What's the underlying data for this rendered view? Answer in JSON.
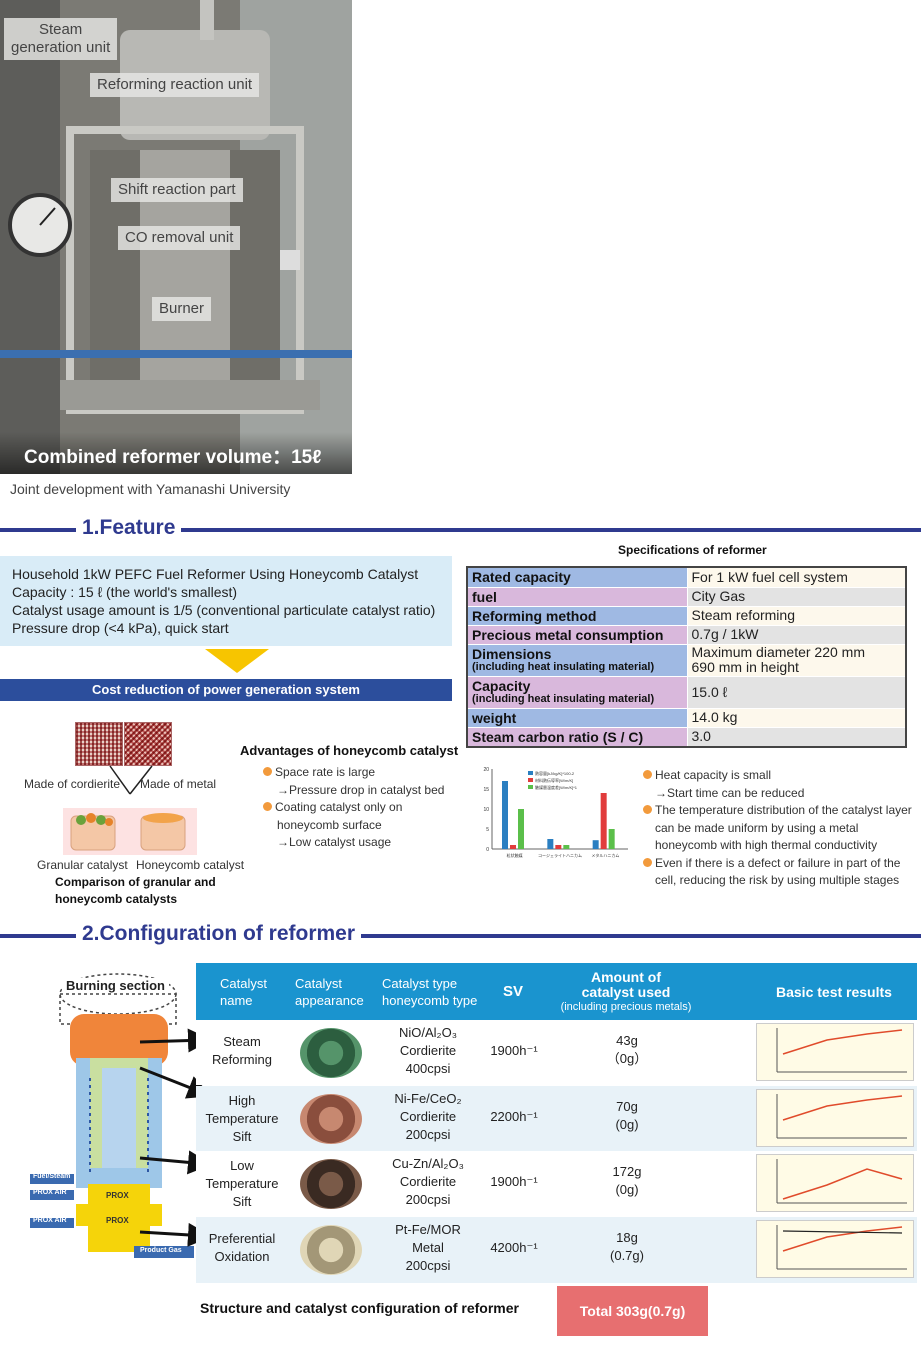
{
  "photo": {
    "labels": {
      "steam": "Steam\ngeneration unit",
      "reforming": "Reforming reaction unit",
      "shift": "Shift reaction part",
      "co": "CO removal unit",
      "burner": "Burner"
    },
    "caption": "Combined reformer volume：15ℓ",
    "joint": "Joint development with Yamanashi University"
  },
  "section1": {
    "title": "1.Feature"
  },
  "feature": {
    "lines": [
      "Household 1kW PEFC Fuel Reformer Using Honeycomb Catalyst",
      "Capacity : 15 ℓ  (the world's smallest)",
      "Catalyst usage amount is 1/5 (conventional particulate catalyst ratio)",
      "Pressure drop (<4 kPa), quick start"
    ],
    "cost_bar": "Cost reduction of power generation system"
  },
  "catalyst_compare": {
    "cordierite": "Made of cordierite",
    "metal": "Made of metal",
    "granular": "Granular catalyst",
    "honeycomb": "Honeycomb catalyst",
    "caption": "Comparison of granular and\nhoneycomb catalysts"
  },
  "advantages": {
    "title": "Advantages of honeycomb catalyst",
    "items": [
      {
        "head": "Space rate is large",
        "sub": "→Pressure drop in catalyst bed"
      },
      {
        "head": "Coating catalyst only on",
        "sub": "honeycomb surface"
      },
      {
        "head": "",
        "sub": "→Low catalyst usage"
      }
    ]
  },
  "specs": {
    "title": "Specifications of reformer",
    "rows": [
      {
        "k": "Rated capacity",
        "sub": "",
        "v": "For 1 kW fuel cell system",
        "kc": "#9fb9e3",
        "vc": "#fdf8ec"
      },
      {
        "k": "fuel",
        "sub": "",
        "v": "City Gas",
        "kc": "#d9b8dc",
        "vc": "#e3e3e3"
      },
      {
        "k": "Reforming method",
        "sub": "",
        "v": "Steam reforming",
        "kc": "#9fb9e3",
        "vc": "#fdf8ec"
      },
      {
        "k": "Precious metal consumption",
        "sub": "",
        "v": "0.7g / 1kW",
        "kc": "#d9b8dc",
        "vc": "#e3e3e3"
      },
      {
        "k": "Dimensions",
        "sub": "(including heat insulating material)",
        "v": "Maximum diameter 220 mm\n690 mm in height",
        "kc": "#9fb9e3",
        "vc": "#fdf8ec"
      },
      {
        "k": "Capacity",
        "sub": "(including heat insulating material)",
        "v": "15.0  ℓ",
        "kc": "#d9b8dc",
        "vc": "#e3e3e3"
      },
      {
        "k": "weight",
        "sub": "",
        "v": "14.0 kg",
        "kc": "#9fb9e3",
        "vc": "#fdf8ec"
      },
      {
        "k": "Steam carbon ratio (S / C)",
        "sub": "",
        "v": "3.0",
        "kc": "#d9b8dc",
        "vc": "#e3e3e3"
      }
    ]
  },
  "mini_chart": {
    "yticks": [
      "20",
      "15",
      "10",
      "5",
      "0"
    ],
    "legend": [
      "熱容量[kJ/kg/K]*100-2",
      "材料熱伝導率[W/m/K]",
      "触媒層温度差[W/m/K]*1"
    ],
    "categories": [
      "粒状触媒",
      "コージェライトハニカム",
      "メタルハニカム"
    ],
    "series_colors": [
      "#2b7fc1",
      "#e13c3c",
      "#5bbf4a"
    ],
    "values": [
      [
        17,
        2.5,
        2.2
      ],
      [
        1,
        1,
        14
      ],
      [
        10,
        1,
        5
      ]
    ]
  },
  "heat_bullets": [
    {
      "head": "Heat capacity is small",
      "lines": [
        "→Start time can be reduced"
      ]
    },
    {
      "head": "The temperature distribution of the catalyst layer",
      "lines": [
        "can be made uniform by using a metal",
        "honeycomb with high thermal conductivity"
      ]
    },
    {
      "head": "Even if there is a defect or failure in part of the",
      "lines": [
        "cell, reducing the risk by using multiple stages"
      ]
    }
  ],
  "section2": {
    "title": "2.Configuration of reformer"
  },
  "diagram": {
    "burning": "Burning section",
    "fuel": "Fuel/Steam",
    "prox_air1": "PROX AIR",
    "prox_air2": "PROX AIR",
    "product": "Product Gas",
    "prox1": "PROX",
    "prox2": "PROX"
  },
  "config_header": {
    "name": "Catalyst\nname",
    "appearance": "Catalyst\nappearance",
    "type": "Catalyst type\nhoneycomb type",
    "sv": "SV",
    "amount": "Amount of\ncatalyst used",
    "amount_sub": "(including precious metals)",
    "results": "Basic test results"
  },
  "config_rows": [
    {
      "name": "Steam\nReforming",
      "type": "NiO/Al₂O₃\nCordierite\n400cpsi",
      "sv": "1900h⁻¹",
      "amount": "43g\n（0g）",
      "bg": "#ffffff"
    },
    {
      "name": "High\nTemperature\nSift",
      "type": "Ni-Fe/CeO₂\nCordierite\n200cpsi",
      "sv": "2200h⁻¹",
      "amount": "70g\n(0g)",
      "bg": "#e8f2f8"
    },
    {
      "name": "Low\nTemperature\nSift",
      "type": "Cu-Zn/Al₂O₃\nCordierite\n200cpsi",
      "sv": "1900h⁻¹",
      "amount": "172g\n(0g)",
      "bg": "#ffffff"
    },
    {
      "name": "Preferential\nOxidation",
      "type": "Pt-Fe/MOR\nMetal\n200cpsi",
      "sv": "4200h⁻¹",
      "amount": "18g\n(0.7g)",
      "bg": "#e8f2f8"
    }
  ],
  "struct_caption": "Structure and catalyst configuration of reformer",
  "total": "Total  303g(0.7g)"
}
